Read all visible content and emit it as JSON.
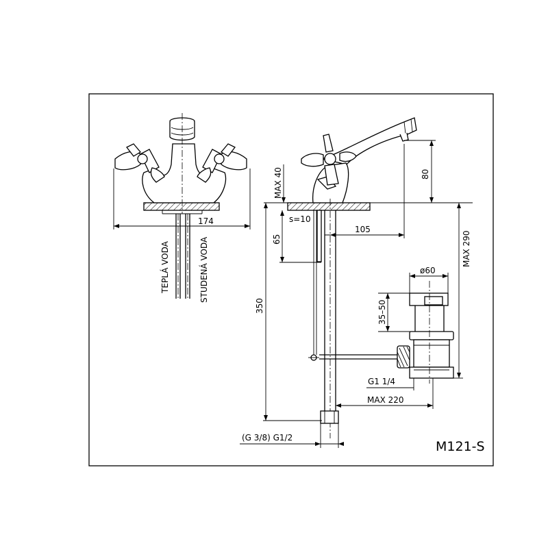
{
  "model": "M121-S",
  "labels": {
    "hot_water": "TEPLÁ VODA",
    "cold_water": "STUDENÁ VODA",
    "thread_main": "(G 3/8)  G1/2",
    "drain_thread": "G1  1/4"
  },
  "dimensions": {
    "width": "174",
    "max_40": "MAX 40",
    "height_80": "80",
    "thickness": "s=10",
    "reach": "105",
    "depth_65": "65",
    "max_290": "MAX 290",
    "length_350": "350",
    "diameter": "ø60",
    "range_35_50": "35–50",
    "max_220": "MAX  220"
  }
}
